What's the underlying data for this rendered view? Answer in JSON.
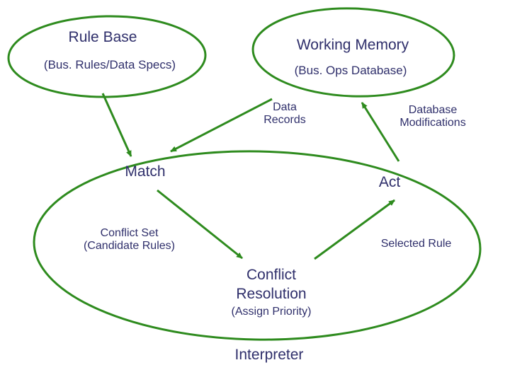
{
  "colors": {
    "stroke": "#2e8b1e",
    "text": "#2f2f6b",
    "background": "#ffffff"
  },
  "nodes": {
    "rule_base": {
      "title": "Rule Base",
      "subtitle": "(Bus. Rules/Data Specs)"
    },
    "working_memory": {
      "title": "Working Memory",
      "subtitle": "(Bus. Ops Database)"
    },
    "interpreter": {
      "title": "Interpreter"
    }
  },
  "stages": {
    "match": "Match",
    "act": "Act",
    "conflict_resolution": {
      "line1": "Conflict",
      "line2": "Resolution",
      "note": "(Assign Priority)"
    }
  },
  "edge_labels": {
    "data_records": {
      "line1": "Data",
      "line2": "Records"
    },
    "database_modifications": {
      "line1": "Database",
      "line2": "Modifications"
    },
    "conflict_set": {
      "line1": "Conflict Set",
      "line2": "(Candidate Rules)"
    },
    "selected_rule": "Selected Rule"
  },
  "edges": [
    {
      "from": "rule_base",
      "to": "match"
    },
    {
      "from": "working_memory",
      "to": "match",
      "label": "Data Records"
    },
    {
      "from": "act",
      "to": "working_memory",
      "label": "Database Modifications"
    },
    {
      "from": "match",
      "to": "conflict_resolution",
      "label": "Conflict Set (Candidate Rules)"
    },
    {
      "from": "conflict_resolution",
      "to": "act",
      "label": "Selected Rule"
    }
  ]
}
